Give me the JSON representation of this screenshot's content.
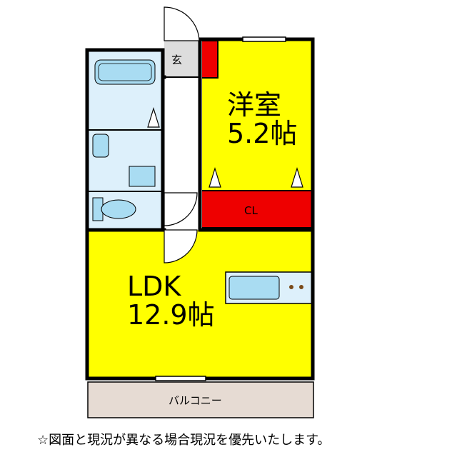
{
  "rooms": {
    "western": {
      "name": "洋室",
      "size": "5.2帖"
    },
    "ldk": {
      "name": "LDK",
      "size": "12.9帖"
    },
    "closet": "CL",
    "entrance": "玄",
    "balcony": "バルコニー"
  },
  "note": "☆図面と現況が異なる場合現況を優先いたします。",
  "colors": {
    "room_fill": "#ffff00",
    "storage_fill": "#ee0000",
    "wet_area_fill": "#ddf0fb",
    "fixture_fill": "#a9dcf2",
    "balcony_fill": "#e6dbd3",
    "entrance_fill": "#dddddd",
    "wall": "#000000"
  }
}
